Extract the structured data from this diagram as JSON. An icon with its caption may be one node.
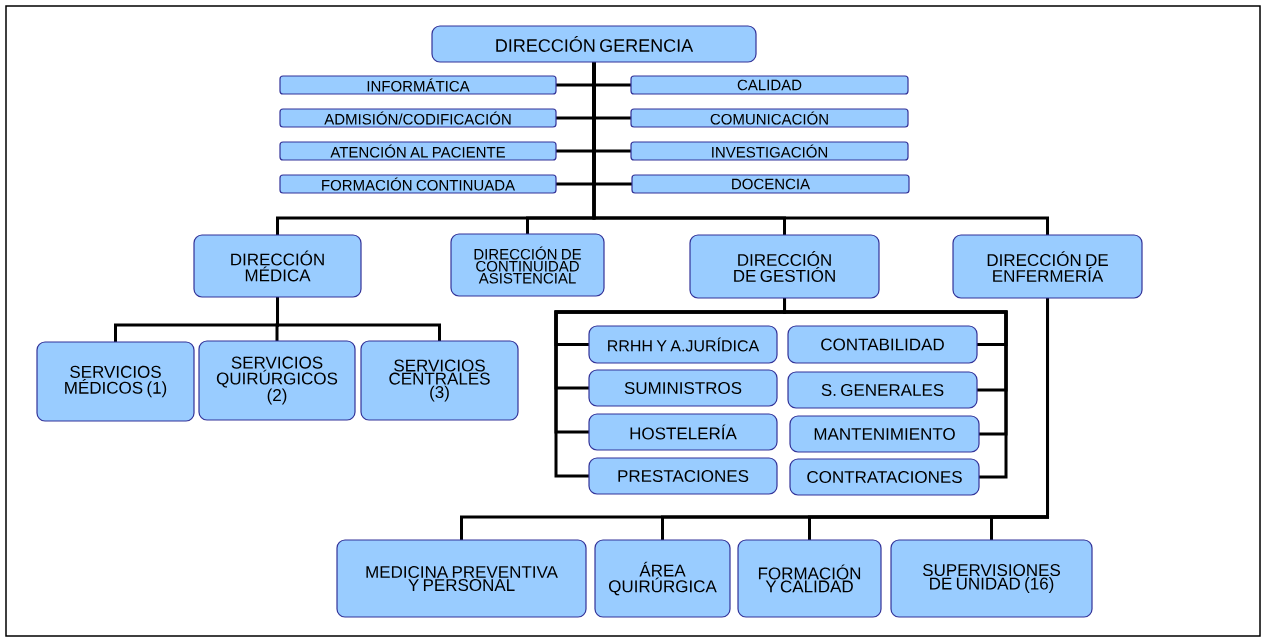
{
  "diagram": {
    "nodes": [
      {
        "text": [
          "DIRECCIÓN GERENCIA"
        ]
      },
      {
        "text": [
          "INFORMÁTICA"
        ]
      },
      {
        "text": [
          "CALIDAD"
        ]
      },
      {
        "text": [
          "ADMISIÓN/CODIFICACIÓN"
        ]
      },
      {
        "text": [
          "COMUNICACIÓN"
        ]
      },
      {
        "text": [
          "ATENCIÓN AL PACIENTE"
        ]
      },
      {
        "text": [
          "INVESTIGACIÓN"
        ]
      },
      {
        "text": [
          "FORMACIÓN CONTINUADA"
        ]
      },
      {
        "text": [
          "DOCENCIA"
        ]
      },
      {
        "text": [
          "DIRECCIÓN MÉDICA"
        ]
      },
      {
        "text": [
          "DIRECCIÓN DE CONTINUIDAD ASISTENCIAL"
        ]
      },
      {
        "text": [
          "DIRECCIÓN DE GESTIÓN"
        ]
      },
      {
        "text": [
          "DIRECCIÓN DE ENFERMERÍA"
        ]
      },
      {
        "text": [
          "SERVICIOS MÉDICOS (1)"
        ]
      },
      {
        "text": [
          "SERVICIOS QUIRÚRGICOS (2)"
        ]
      },
      {
        "text": [
          "SERVICIOS CENTRALES (3)"
        ]
      },
      {
        "text": [
          "RRHH Y A.JURÍDICA"
        ]
      },
      {
        "text": [
          "CONTABILIDAD"
        ]
      },
      {
        "text": [
          "SUMINISTROS"
        ]
      },
      {
        "text": [
          "S. GENERALES"
        ]
      },
      {
        "text": [
          "HOSTELERÍA"
        ]
      },
      {
        "text": [
          "MANTENIMIENTO"
        ]
      },
      {
        "text": [
          "PRESTACIONES"
        ]
      },
      {
        "text": [
          "CONTRATACIONES"
        ]
      },
      {
        "text": [
          "MEDICINA PREVENTIVA Y PERSONAL"
        ]
      },
      {
        "text": [
          "ÁREA QUIRÚRGICA"
        ]
      },
      {
        "text": [
          "FORMACIÓN Y CALIDAD"
        ]
      },
      {
        "text": [
          "SUPERVISIONES DE UNIDAD (16)"
        ]
      }
    ],
    "edges": [
      {
        "from": 0,
        "to": 1,
        "arrow": "none"
      },
      {
        "from": 0,
        "to": 2,
        "arrow": "none"
      },
      {
        "from": 0,
        "to": 3,
        "arrow": "none"
      },
      {
        "from": 0,
        "to": 4,
        "arrow": "none"
      },
      {
        "from": 0,
        "to": 5,
        "arrow": "none"
      },
      {
        "from": 0,
        "to": 6,
        "arrow": "none"
      },
      {
        "from": 0,
        "to": 7,
        "arrow": "none"
      },
      {
        "from": 0,
        "to": 8,
        "arrow": "none"
      },
      {
        "from": 0,
        "to": 9,
        "arrow": "none"
      },
      {
        "from": 0,
        "to": 10,
        "arrow": "none"
      },
      {
        "from": 0,
        "to": 11,
        "arrow": "none"
      },
      {
        "from": 0,
        "to": 12,
        "arrow": "none"
      },
      {
        "from": 9,
        "to": 13,
        "arrow": "none"
      },
      {
        "from": 9,
        "to": 14,
        "arrow": "none"
      },
      {
        "from": 9,
        "to": 15,
        "arrow": "none"
      },
      {
        "from": 11,
        "to": 16,
        "arrow": "none"
      },
      {
        "from": 11,
        "to": 17,
        "arrow": "none"
      },
      {
        "from": 11,
        "to": 18,
        "arrow": "none"
      },
      {
        "from": 11,
        "to": 19,
        "arrow": "none"
      },
      {
        "from": 11,
        "to": 20,
        "arrow": "none"
      },
      {
        "from": 11,
        "to": 21,
        "arrow": "none"
      },
      {
        "from": 11,
        "to": 22,
        "arrow": "none"
      },
      {
        "from": 11,
        "to": 23,
        "arrow": "none"
      },
      {
        "from": 12,
        "to": 24,
        "arrow": "none"
      },
      {
        "from": 12,
        "to": 25,
        "arrow": "none"
      },
      {
        "from": 12,
        "to": 26,
        "arrow": "none"
      },
      {
        "from": 12,
        "to": 27,
        "arrow": "none"
      }
    ]
  }
}
